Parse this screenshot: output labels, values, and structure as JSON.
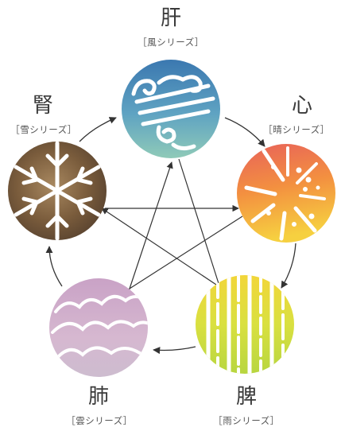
{
  "organs": {
    "liver": {
      "name": "肝",
      "series": "［風シリーズ］",
      "motif": "wind-swirl-icon",
      "color": "#4a8fb8"
    },
    "heart": {
      "name": "心",
      "series": "［晴シリーズ］",
      "motif": "sunburst-icon",
      "color": "#f08a40"
    },
    "spleen": {
      "name": "脾",
      "series": "［雨シリーズ］",
      "motif": "rain-stripes-icon",
      "color": "#c8dc3c"
    },
    "lung": {
      "name": "肺",
      "series": "［雲シリーズ］",
      "motif": "cloud-icon",
      "color": "#c8a8c8"
    },
    "kidney": {
      "name": "腎",
      "series": "［雪シリーズ］",
      "motif": "snowflake-icon",
      "color": "#6e5438"
    }
  },
  "arrow_color": "#333333"
}
